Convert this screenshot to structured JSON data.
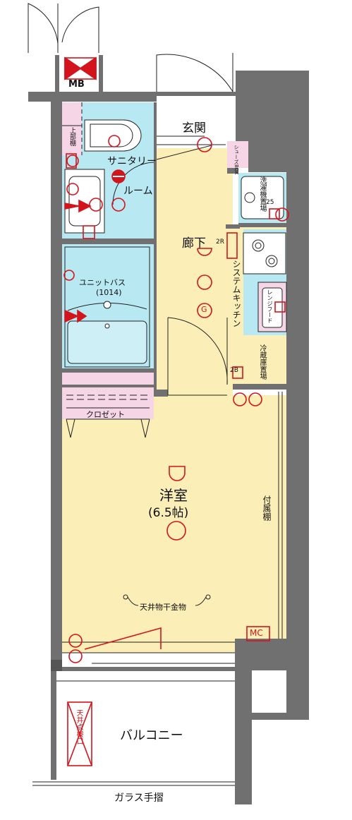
{
  "labels": {
    "mb": "MB",
    "entrance": "玄関",
    "hallway": "廊下",
    "sanitary": "サニタリー",
    "room": "ルーム",
    "unit_bath": "ユニットバス",
    "unit_bath_size": "(1014)",
    "system_kitchen": "システムキッチン",
    "washer_space": "洗濯機置場",
    "fridge_space": "冷蔵庫置場",
    "closet": "クロゼット",
    "western_room": "洋室",
    "room_size": "(6.5帖)",
    "ceiling_hanger": "天井物干金物",
    "attached_shelf": "付属棚",
    "mc": "MC",
    "balcony": "バルコニー",
    "glass_railing": "ガラス手摺",
    "upper_shelf": "上部棚",
    "shoe_box": "シューズBOX",
    "range_hood": "レンジフード",
    "gas_mark": "G",
    "ac_mark": "2R",
    "ac_mark_2": "2B",
    "outlet_25": "25",
    "window_hatch": "天井点検口"
  },
  "colors": {
    "wall": "#707070",
    "wall_dark": "#555555",
    "floor_room": "#fbeeb7",
    "wet_area": "#b8e8f2",
    "closet_pink": "#f6d5e6",
    "symbol_red": "#d4141c",
    "line": "#222222"
  }
}
